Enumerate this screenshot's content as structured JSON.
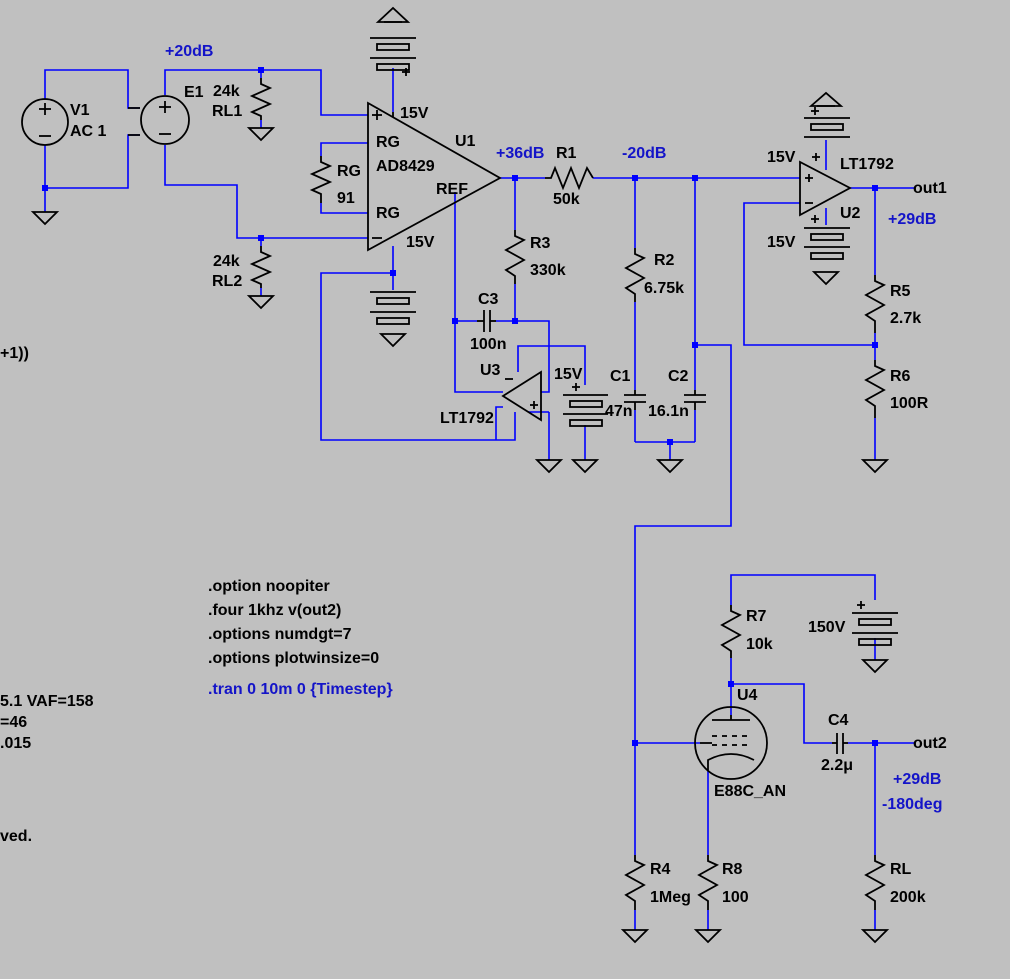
{
  "window": {
    "title": "LTspice schematic"
  },
  "netlabels": {
    "e1_gain": "+20dB",
    "u1_out": "+36dB",
    "filter_in": "-20dB",
    "out1_level": "+29dB",
    "out2_level": "+29dB",
    "out2_phase": "-180deg"
  },
  "ports": {
    "out1": "out1",
    "out2": "out2"
  },
  "components": {
    "v1": {
      "name": "V1",
      "value": "AC 1"
    },
    "e1": {
      "name": "E1"
    },
    "rl1": {
      "name": "RL1",
      "value": "24k"
    },
    "rl2": {
      "name": "RL2",
      "value": "24k"
    },
    "u1": {
      "name": "U1",
      "part": "AD8429",
      "pin_rg_top": "RG",
      "pin_rg_bottom": "RG",
      "pin_ref": "REF",
      "supply_pos": "15V",
      "supply_neg": "15V"
    },
    "rg": {
      "name": "RG",
      "value": "91"
    },
    "r1": {
      "name": "R1",
      "value": "50k"
    },
    "r2": {
      "name": "R2",
      "value": "6.75k"
    },
    "r3": {
      "name": "R3",
      "value": "330k"
    },
    "c3": {
      "name": "C3",
      "value": "100n"
    },
    "u3": {
      "name": "U3",
      "part": "LT1792",
      "supply": "15V"
    },
    "c1": {
      "name": "C1",
      "value": "47n"
    },
    "c2": {
      "name": "C2",
      "value": "16.1n"
    },
    "u2": {
      "name": "U2",
      "part": "LT1792",
      "supply_pos": "15V",
      "supply_neg": "15V"
    },
    "r5": {
      "name": "R5",
      "value": "2.7k"
    },
    "r6": {
      "name": "R6",
      "value": "100R"
    },
    "r7": {
      "name": "R7",
      "value": "10k"
    },
    "vb": {
      "value": "150V"
    },
    "u4": {
      "name": "U4",
      "part": "E88C_AN"
    },
    "c4": {
      "name": "C4",
      "value": "2.2μ"
    },
    "r4": {
      "name": "R4",
      "value": "1Meg"
    },
    "r8": {
      "name": "R8",
      "value": "100"
    },
    "rl": {
      "name": "RL",
      "value": "200k"
    }
  },
  "directives": [
    ".option noopiter",
    ".four 1khz v(out2)",
    ".options numdgt=7",
    ".options plotwinsize=0"
  ],
  "tran_directive": ".tran 0 10m 0 {Timestep}",
  "clipped_text": [
    "+1))",
    "5.1 VAF=158",
    "=46",
    ".015",
    "ved."
  ]
}
